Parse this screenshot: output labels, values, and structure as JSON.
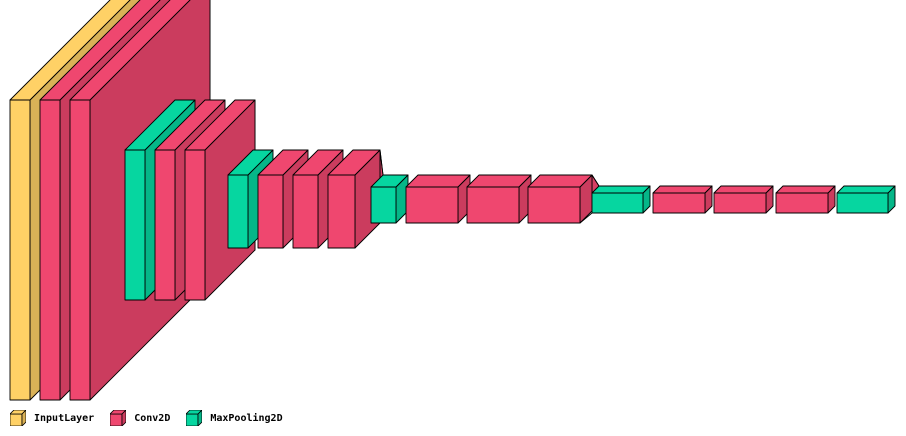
{
  "legend": [
    {
      "key": "input",
      "label": "InputLayer",
      "color": "#FFD166"
    },
    {
      "key": "conv",
      "label": "Conv2D",
      "color": "#EF476F"
    },
    {
      "key": "pool",
      "label": "MaxPooling2D",
      "color": "#06D6A0"
    }
  ],
  "layers": [
    "input",
    "conv",
    "conv",
    "pool",
    "conv",
    "conv",
    "pool",
    "conv",
    "conv",
    "conv",
    "pool",
    "conv",
    "conv",
    "conv",
    "pool",
    "conv",
    "conv",
    "conv",
    "pool"
  ]
}
